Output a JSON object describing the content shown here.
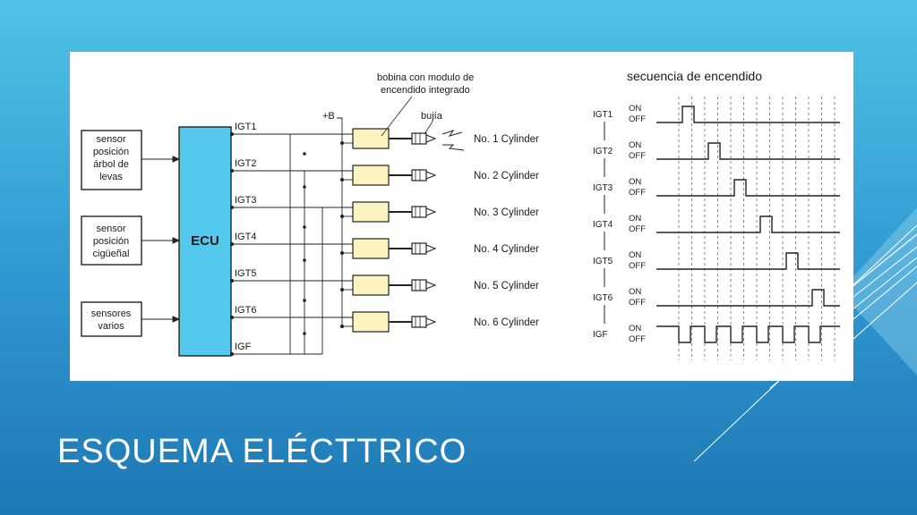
{
  "slide": {
    "title": "ESQUEMA ELÉCTTRICO"
  },
  "colors": {
    "background_top": "#4fc3e6",
    "background_bottom": "#1e78b4",
    "ecu_fill": "#55c8ee",
    "coil_fill": "#fdf3c0",
    "title_text": "#ffffff"
  },
  "diagram": {
    "sensors": [
      {
        "lines": [
          "sensor",
          "posición",
          "árbol de",
          "levas"
        ]
      },
      {
        "lines": [
          "sensor",
          "posición",
          "cigüeñal"
        ]
      },
      {
        "lines": [
          "sensores",
          "varios"
        ]
      }
    ],
    "ecu_label": "ECU",
    "ecu_pins": [
      "IGT1",
      "IGT2",
      "IGT3",
      "IGT4",
      "IGT5",
      "IGT6",
      "IGF"
    ],
    "supply_label": "+B",
    "coil_label_line1": "bobina con modulo de",
    "coil_label_line2": "encendido integrado",
    "sparkplug_label": "bujía",
    "cylinders": [
      "No. 1 Cylinder",
      "No. 2 Cylinder",
      "No. 3 Cylinder",
      "No. 4 Cylinder",
      "No. 5 Cylinder",
      "No. 6 Cylinder"
    ]
  },
  "timing": {
    "title": "secuencia de encendido",
    "signals": [
      "IGT1",
      "IGT2",
      "IGT3",
      "IGT4",
      "IGT5",
      "IGT6",
      "IGF"
    ],
    "on_label": "ON",
    "off_label": "OFF",
    "pulse_slots": [
      0,
      1,
      2,
      3,
      4,
      5
    ],
    "igf_pulses": 6
  }
}
